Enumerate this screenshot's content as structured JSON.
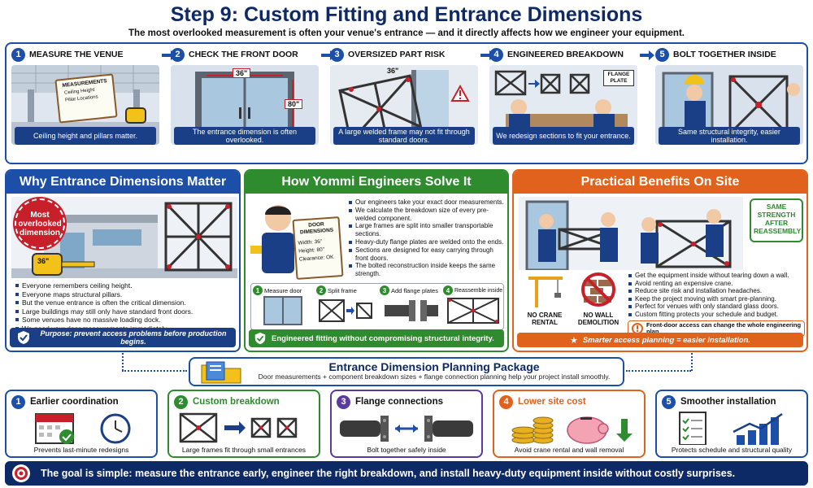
{
  "title": "Step 9: Custom Fitting and Entrance Dimensions",
  "subtitle": "The most overlooked measurement is often your venue's entrance — and it directly affects how we engineer your equipment.",
  "steps": [
    {
      "num": "1",
      "title": "MEASURE THE VENUE",
      "caption": "Ceiling height and pillars matter."
    },
    {
      "num": "2",
      "title": "CHECK THE FRONT DOOR",
      "caption": "The entrance dimension is often overlooked."
    },
    {
      "num": "3",
      "title": "OVERSIZED PART RISK",
      "caption": "A large welded frame may not fit through standard doors."
    },
    {
      "num": "4",
      "title": "ENGINEERED BREAKDOWN",
      "caption": "We redesign sections to fit your entrance."
    },
    {
      "num": "5",
      "title": "BOLT TOGETHER INSIDE",
      "caption": "Same structural integrity, easier installation."
    }
  ],
  "step1_clipboard": {
    "heading": "MEASUREMENTS",
    "items": [
      "Ceiling Height",
      "Pillar Locations"
    ]
  },
  "step2_labels": {
    "width": "36\"",
    "height": "80\""
  },
  "step3_label": "36\"",
  "step4_label": "FLANGE PLATE",
  "panels": {
    "why": {
      "title": "Why Entrance Dimensions Matter",
      "badge": "Most overlooked dimension",
      "tape": "36\"",
      "bullets": [
        "Everyone remembers ceiling height.",
        "Everyone maps structural pillars.",
        "But the venue entrance is often the critical dimension.",
        "Large buildings may still only have standard front doors.",
        "Some venues have no massive loading dock.",
        "We need your door measurements immediately."
      ],
      "purpose": "Purpose: prevent access problems before production begins."
    },
    "how": {
      "title": "How Yommi Engineers Solve It",
      "clipboard_title": "DOOR DIMENSIONS",
      "clipboard_lines": [
        "Width: 36\"",
        "Height: 80\"",
        "Clearance: OK"
      ],
      "bullets": [
        "Our engineers take your exact door measurements.",
        "We calculate the breakdown size of every pre-welded component.",
        "Large frames are split into smaller transportable sections.",
        "Heavy-duty flange plates are welded onto the ends.",
        "Sections are designed for easy carrying through front doors.",
        "The bolted reconstruction inside keeps the same strength."
      ],
      "mini_steps": [
        {
          "num": "1",
          "label": "Measure door"
        },
        {
          "num": "2",
          "label": "Split frame"
        },
        {
          "num": "3",
          "label": "Add flange plates"
        },
        {
          "num": "4",
          "label": "Reassemble inside"
        }
      ],
      "footer": "Engineered fitting without compromising structural integrity."
    },
    "benefits": {
      "title": "Practical Benefits On Site",
      "badge": "SAME STRENGTH AFTER REASSEMBLY",
      "no_crane": "NO CRANE RENTAL",
      "no_wall": "NO WALL DEMOLITION",
      "bullets": [
        "Get the equipment inside without tearing down a wall.",
        "Avoid renting an expensive crane.",
        "Reduce site risk and installation headaches.",
        "Keep the project moving with smart pre-planning.",
        "Perfect for venues with only standard glass doors.",
        "Custom fitting protects your schedule and budget."
      ],
      "alert": "Front-door access can change the whole engineering plan.",
      "footer": "Smarter access planning = easier installation."
    }
  },
  "package": {
    "title": "Entrance Dimension Planning Package",
    "subtitle": "Door measurements + component breakdown sizes + flange connection planning help your project install smoothly."
  },
  "benefit_cards": [
    {
      "num": "1",
      "title": "Earlier coordination",
      "caption": "Prevents last-minute redesigns"
    },
    {
      "num": "2",
      "title": "Custom breakdown",
      "caption": "Large frames fit through small entrances"
    },
    {
      "num": "3",
      "title": "Flange connections",
      "caption": "Bolt together safely inside"
    },
    {
      "num": "4",
      "title": "Lower site cost",
      "caption": "Avoid crane rental and wall removal"
    },
    {
      "num": "5",
      "title": "Smoother installation",
      "caption": "Protects schedule and structural quality"
    }
  ],
  "footer": "The goal is simple: measure the entrance early, engineer the right breakdown, and install heavy-duty equipment inside without costly surprises.",
  "colors": {
    "navy": "#0e2a66",
    "blue": "#1c4fa8",
    "green": "#2e8b2e",
    "orange": "#e0621c",
    "purple": "#5b3a9e",
    "red": "#c8202a"
  }
}
